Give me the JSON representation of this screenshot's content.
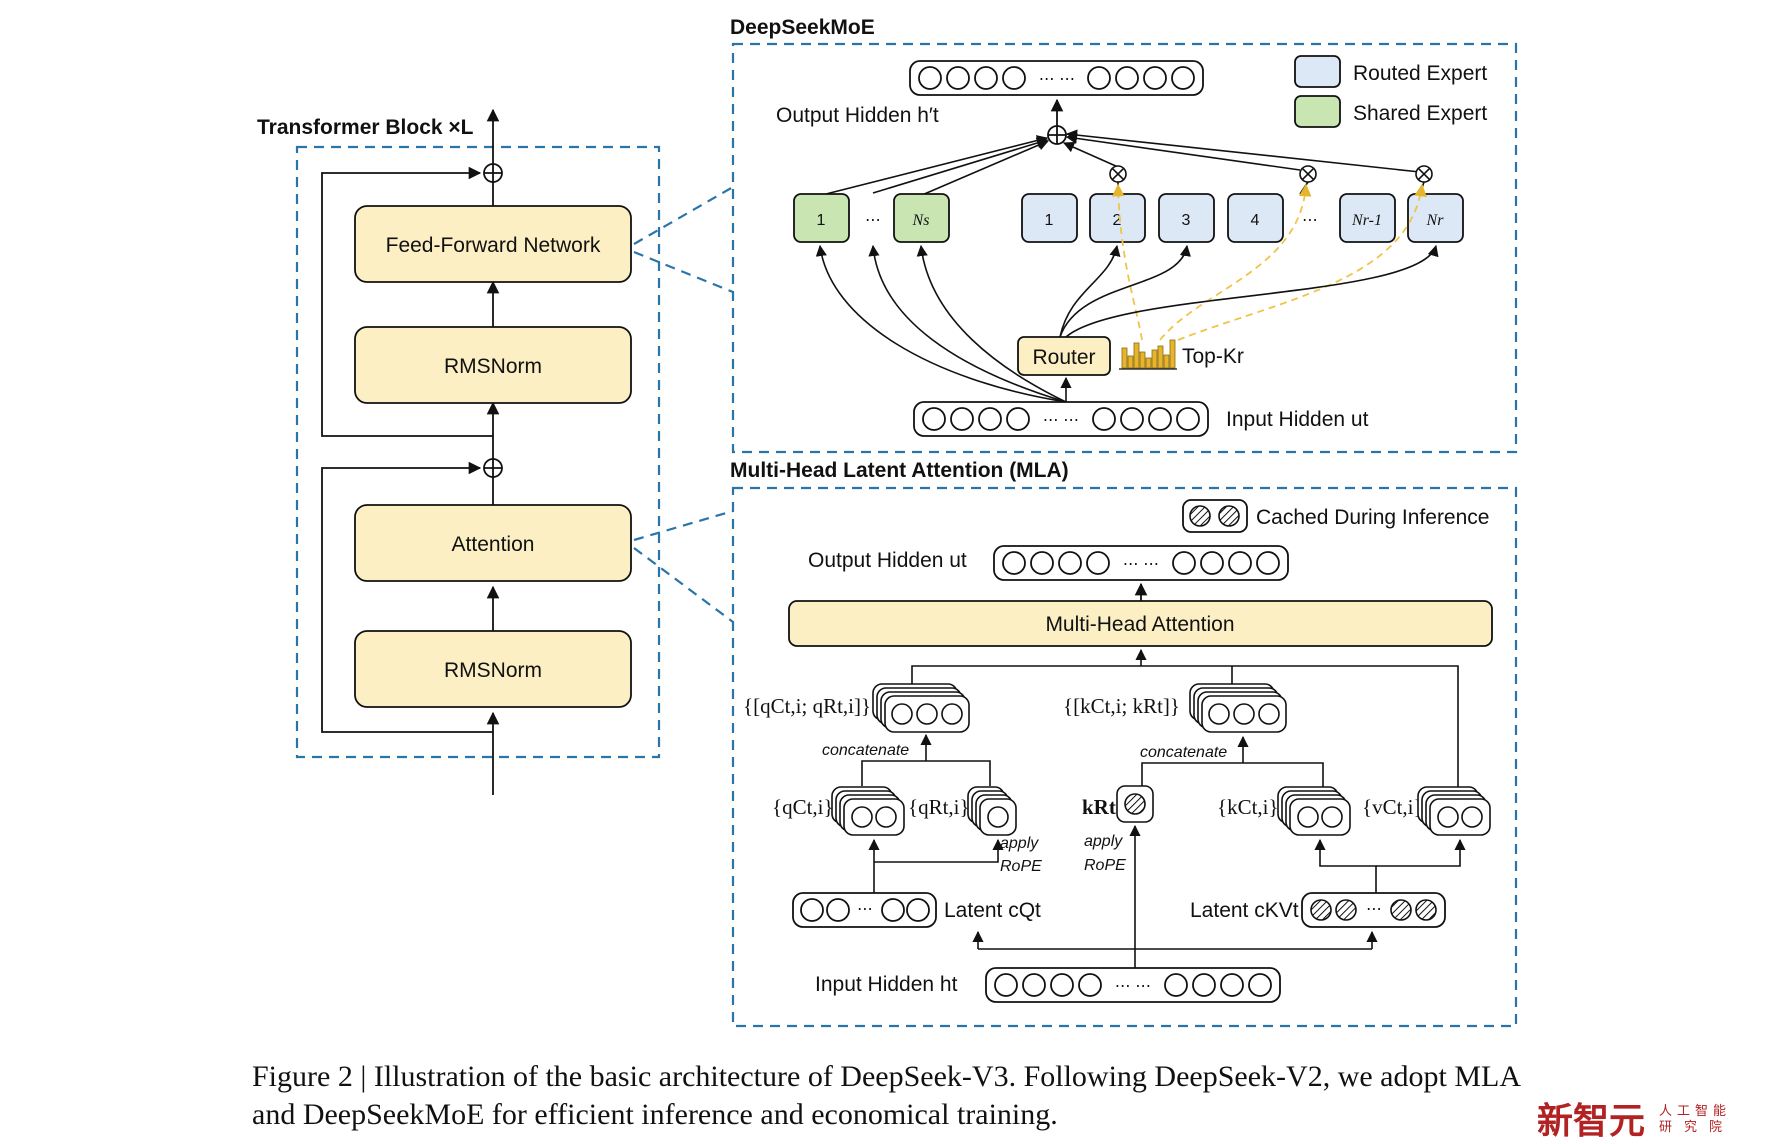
{
  "transformer": {
    "title": "Transformer Block ×L",
    "ffn": "Feed-Forward Network",
    "rmsnorm_top": "RMSNorm",
    "attention": "Attention",
    "rmsnorm_bottom": "RMSNorm"
  },
  "moe": {
    "title": "DeepSeekMoE",
    "output_hidden": "Output Hidden h′t",
    "input_hidden": "Input Hidden ut",
    "router": "Router",
    "topk": "Top-Kr",
    "legend": {
      "routed": "Routed Expert",
      "shared": "Shared Expert"
    },
    "shared_experts": [
      "1",
      "⋯",
      "Ns"
    ],
    "routed_experts": [
      "1",
      "2",
      "3",
      "4",
      "⋯",
      "Nr-1",
      "Nr"
    ],
    "ellipsis": "⋯ ⋯"
  },
  "mla": {
    "title": "Multi-Head Latent Attention (MLA)",
    "cached": "Cached During Inference",
    "output_hidden": "Output Hidden ut",
    "mha": "Multi-Head Attention",
    "q_concat": "{[qCt,i; qRt,i]}",
    "k_concat": "{[kCt,i; kRt]}",
    "concatenate": "concatenate",
    "q_c": "{qCt,i}",
    "q_r": "{qRt,i}",
    "k_r": "kRt",
    "k_c": "{kCt,i}",
    "v_c": "{vCt,i}",
    "apply_rope": "apply",
    "rope": "RoPE",
    "latent_q": "Latent cQt",
    "latent_kv": "Latent cKVt",
    "input_hidden": "Input Hidden ht"
  },
  "caption": "Figure 2 | Illustration of the basic architecture of DeepSeek-V3. Following DeepSeek-V2, we adopt MLA and DeepSeekMoE for efficient inference and economical training.",
  "watermark": {
    "main": "新智元",
    "line1": "人工智能",
    "line2": "研究院"
  },
  "colors": {
    "block_fill": "#fcefc4",
    "routed_fill": "#dce8f6",
    "shared_fill": "#c9e5b2",
    "dashed_border": "#2a74a8",
    "topk_bar": "#e7b52c",
    "topk_line": "#f0c44a"
  }
}
